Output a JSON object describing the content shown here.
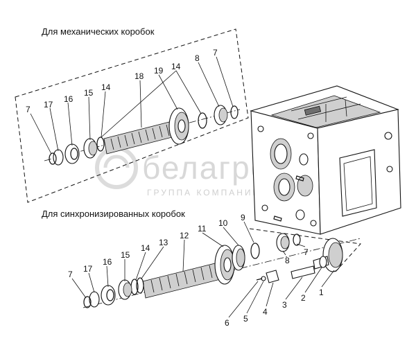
{
  "captions": {
    "mechanical": "Для механических коробок",
    "synchronized": "Для синхронизированных коробок"
  },
  "watermark": {
    "brand": "белагро",
    "tagline": "ГРУППА КОМПАНИЙ"
  },
  "top_labels": [
    {
      "id": "7a",
      "text": "7"
    },
    {
      "id": "17a",
      "text": "17"
    },
    {
      "id": "16a",
      "text": "16"
    },
    {
      "id": "15a",
      "text": "15"
    },
    {
      "id": "14a",
      "text": "14"
    },
    {
      "id": "18",
      "text": "18"
    },
    {
      "id": "19",
      "text": "19"
    },
    {
      "id": "14b",
      "text": "14"
    },
    {
      "id": "8a",
      "text": "8"
    },
    {
      "id": "7b",
      "text": "7"
    }
  ],
  "bottom_labels": [
    {
      "id": "7c",
      "text": "7"
    },
    {
      "id": "17b",
      "text": "17"
    },
    {
      "id": "16b",
      "text": "16"
    },
    {
      "id": "15b",
      "text": "15"
    },
    {
      "id": "14c",
      "text": "14"
    },
    {
      "id": "13",
      "text": "13"
    },
    {
      "id": "12",
      "text": "12"
    },
    {
      "id": "11",
      "text": "11"
    },
    {
      "id": "10",
      "text": "10"
    },
    {
      "id": "9",
      "text": "9"
    },
    {
      "id": "8b",
      "text": "8"
    },
    {
      "id": "7d",
      "text": "7"
    },
    {
      "id": "1",
      "text": "1"
    },
    {
      "id": "2",
      "text": "2"
    },
    {
      "id": "3",
      "text": "3"
    },
    {
      "id": "4",
      "text": "4"
    },
    {
      "id": "5",
      "text": "5"
    },
    {
      "id": "6",
      "text": "6"
    }
  ]
}
